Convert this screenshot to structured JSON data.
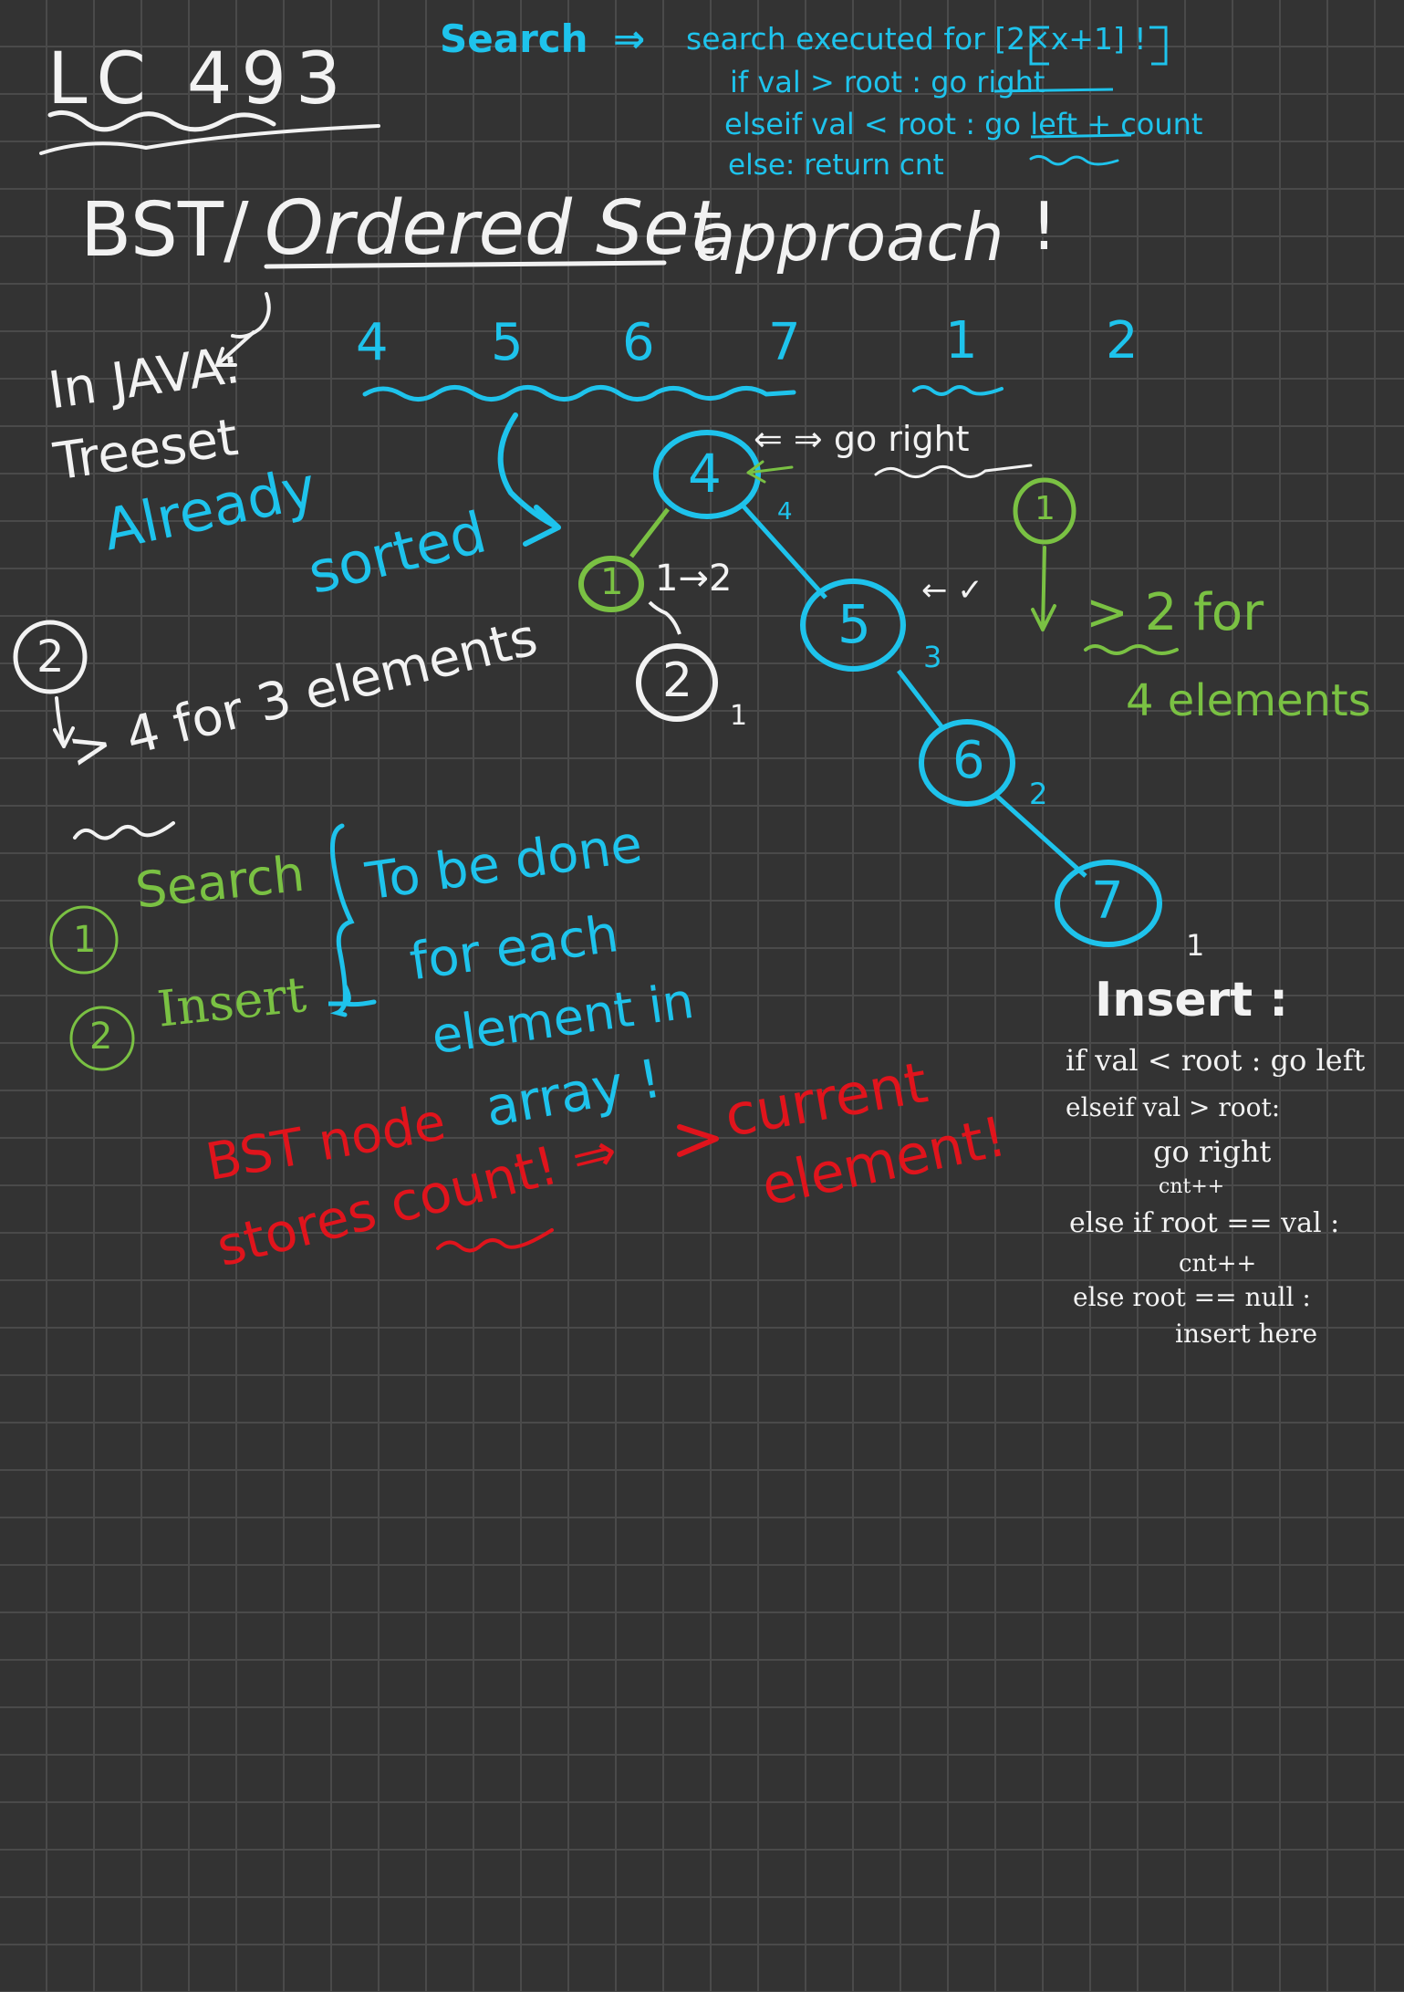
{
  "title": "LC 493",
  "approach_heading": {
    "part1": "BST/",
    "part2": "Ordered Set",
    "part3": "approach",
    "mark": "!"
  },
  "search_notes": {
    "label": "Search",
    "arrow": "⇒",
    "line1": "search executed for [2×x+1] !",
    "line2": "if  val > root : go right",
    "line3": "elseif  val < root : go left + count",
    "line4": "else: return cnt"
  },
  "array_values": [
    "4",
    "5",
    "6",
    "7",
    "1",
    "2"
  ],
  "java_note": {
    "line1": "In JAVA:",
    "line2": "Treeset",
    "sorted1": "Already",
    "sorted2": "sorted"
  },
  "tree": {
    "nodes": [
      {
        "id": "4",
        "count": "4",
        "color": "#1ec3ec"
      },
      {
        "id": "5",
        "count": "3",
        "color": "#1ec3ec"
      },
      {
        "id": "6",
        "count": "2",
        "color": "#1ec3ec"
      },
      {
        "id": "7",
        "count": "1",
        "color": "#1ec3ec"
      },
      {
        "id": "1",
        "count": "1→2",
        "color": "#7ac143"
      },
      {
        "id": "2",
        "count": "1",
        "color": "#f2f2f2"
      }
    ],
    "annotation_goright": "⇐ ⇒ go right",
    "annotation_tick": "← ✓"
  },
  "step2_note": {
    "circle": "2",
    "text": "> 4  for 3 elements"
  },
  "step1_note": {
    "circle": "1",
    "text1": "> 2  for",
    "text2": "4 elements"
  },
  "steps": {
    "item1_num": "1",
    "item1": "Search",
    "item2_num": "2",
    "item2": "Insert",
    "done1": "To be done",
    "done2": "for each",
    "done3": "element in",
    "done4": "array !"
  },
  "red_note": {
    "line1": "BST node",
    "line2": "stores count! ⇒",
    "arrow": ">",
    "line3": "current",
    "line4": "element!"
  },
  "insert_notes": {
    "heading": "Insert :",
    "line1": "if val < root : go left",
    "line2": "elseif val > root:",
    "line3": "go right",
    "line4": "cnt++",
    "line5": "else if root == val :",
    "line6": "cnt++",
    "line7": "else root == null :",
    "line8": "insert here"
  },
  "colors": {
    "cyan": "#1ec3ec",
    "white": "#f2f2f2",
    "green": "#7ac143",
    "red": "#e0141c",
    "background": "#333333"
  }
}
